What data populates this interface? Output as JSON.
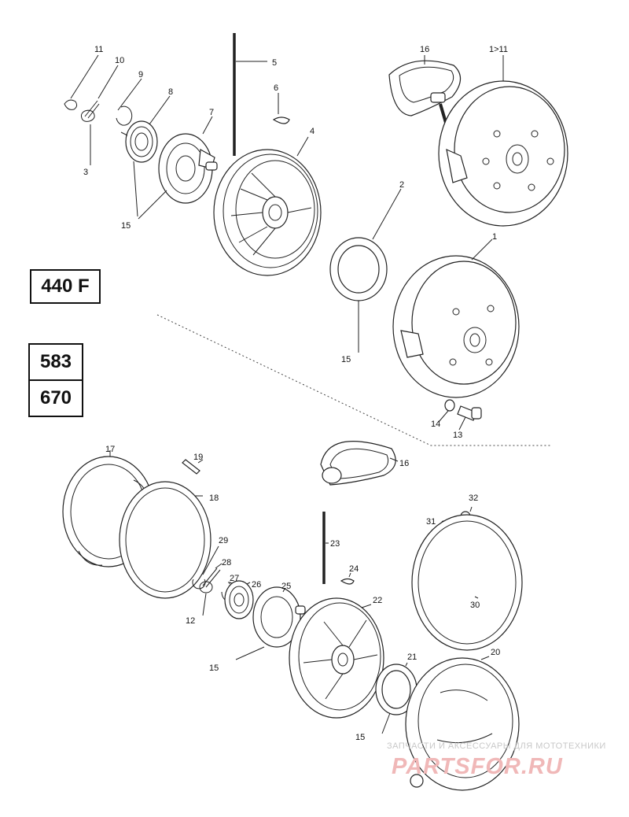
{
  "models": {
    "top": "440 F",
    "bottom_a": "583",
    "bottom_b": "670"
  },
  "labels": [
    {
      "id": "l11",
      "text": "11"
    },
    {
      "id": "l10",
      "text": "10"
    },
    {
      "id": "l9",
      "text": "9"
    },
    {
      "id": "l8",
      "text": "8"
    },
    {
      "id": "l7",
      "text": "7"
    },
    {
      "id": "l5",
      "text": "5"
    },
    {
      "id": "l6",
      "text": "6"
    },
    {
      "id": "l4",
      "text": "4"
    },
    {
      "id": "l16a",
      "text": "16"
    },
    {
      "id": "l1to11",
      "text": "1>11"
    },
    {
      "id": "l3",
      "text": "3"
    },
    {
      "id": "l15a",
      "text": "15"
    },
    {
      "id": "l2",
      "text": "2"
    },
    {
      "id": "l1",
      "text": "1"
    },
    {
      "id": "l15b",
      "text": "15"
    },
    {
      "id": "l14",
      "text": "14"
    },
    {
      "id": "l13",
      "text": "13"
    },
    {
      "id": "l16b",
      "text": "16"
    },
    {
      "id": "l17",
      "text": "17"
    },
    {
      "id": "l19",
      "text": "19"
    },
    {
      "id": "l18",
      "text": "18"
    },
    {
      "id": "l29",
      "text": "29"
    },
    {
      "id": "l28",
      "text": "28"
    },
    {
      "id": "l27",
      "text": "27"
    },
    {
      "id": "l26",
      "text": "26"
    },
    {
      "id": "l25",
      "text": "25"
    },
    {
      "id": "l12",
      "text": "12"
    },
    {
      "id": "l23",
      "text": "23"
    },
    {
      "id": "l24",
      "text": "24"
    },
    {
      "id": "l22",
      "text": "22"
    },
    {
      "id": "l15c",
      "text": "15"
    },
    {
      "id": "l21",
      "text": "21"
    },
    {
      "id": "l20",
      "text": "20"
    },
    {
      "id": "l15d",
      "text": "15"
    },
    {
      "id": "l32",
      "text": "32"
    },
    {
      "id": "l31",
      "text": "31"
    },
    {
      "id": "l30",
      "text": "30"
    }
  ],
  "watermark": {
    "tagline": "ЗАПЧАСТИ И АКСЕССУАРЫ ДЛЯ МОТОТЕХНИКИ",
    "logo": "PARTSFOR.RU"
  }
}
